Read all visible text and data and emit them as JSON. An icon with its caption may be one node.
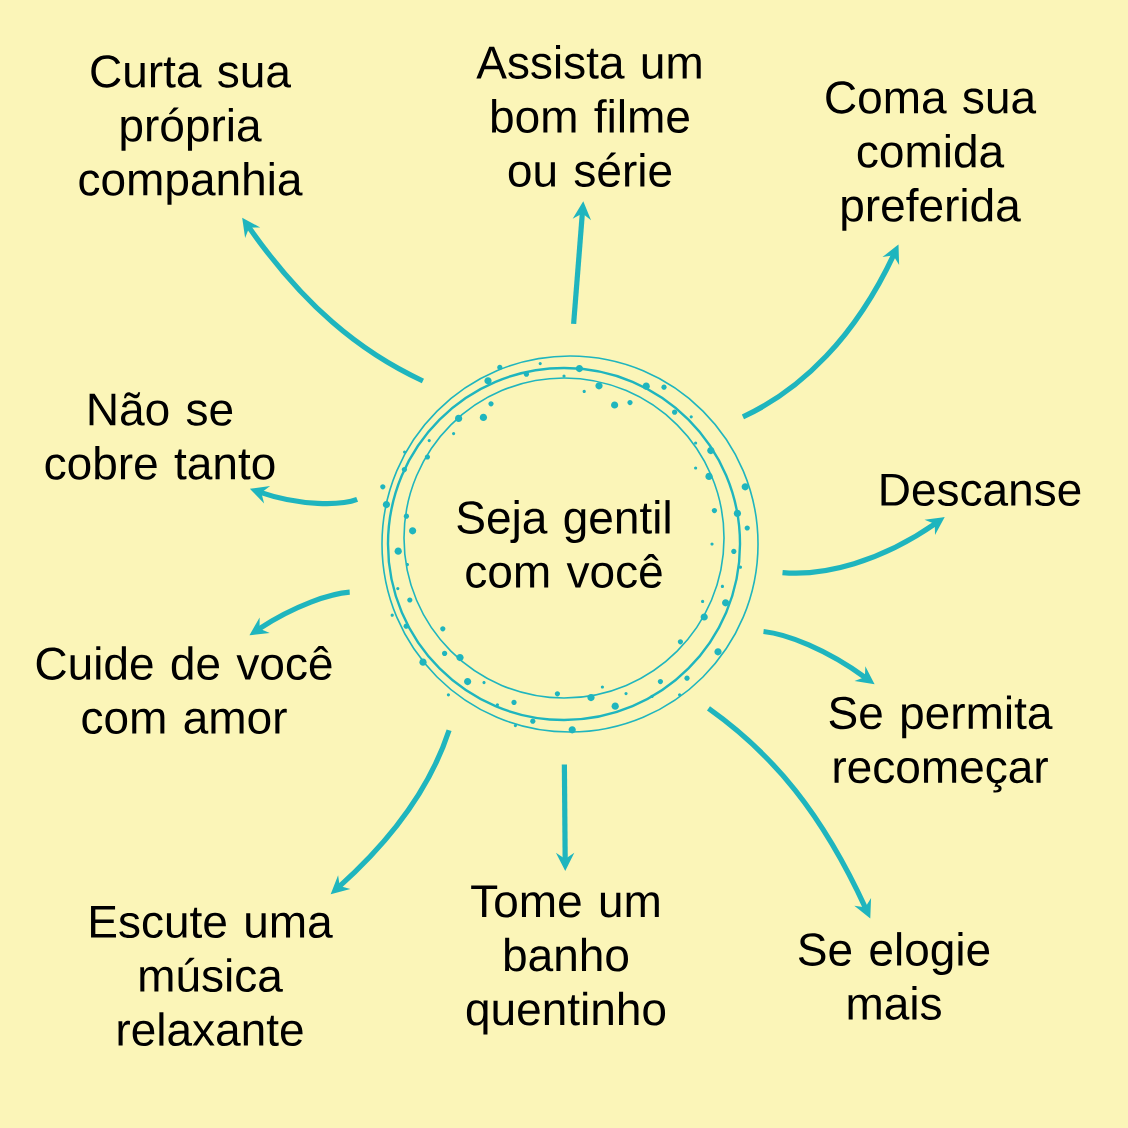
{
  "diagram": {
    "nodes": [
      {
        "text": [
          "Seja gentil com você"
        ]
      },
      {
        "text": [
          "Curta sua própria companhia"
        ]
      },
      {
        "text": [
          "Assista um bom filme ou série"
        ]
      },
      {
        "text": [
          "Coma sua comida preferida"
        ]
      },
      {
        "text": [
          "Não se cobre tanto"
        ]
      },
      {
        "text": [
          "Descanse"
        ]
      },
      {
        "text": [
          "Cuide de você com amor"
        ]
      },
      {
        "text": [
          "Se permita recomeçar"
        ]
      },
      {
        "text": [
          "Escute uma música relaxante"
        ]
      },
      {
        "text": [
          "Tome um banho quentinho"
        ]
      },
      {
        "text": [
          "Se elogie mais"
        ]
      }
    ],
    "edges": [
      {
        "from": 0,
        "to": 1,
        "arrow": "to"
      },
      {
        "from": 0,
        "to": 2,
        "arrow": "to"
      },
      {
        "from": 0,
        "to": 3,
        "arrow": "to"
      },
      {
        "from": 0,
        "to": 4,
        "arrow": "to"
      },
      {
        "from": 0,
        "to": 5,
        "arrow": "to"
      },
      {
        "from": 0,
        "to": 6,
        "arrow": "to"
      },
      {
        "from": 0,
        "to": 7,
        "arrow": "to"
      },
      {
        "from": 0,
        "to": 8,
        "arrow": "to"
      },
      {
        "from": 0,
        "to": 9,
        "arrow": "to"
      },
      {
        "from": 0,
        "to": 10,
        "arrow": "to"
      }
    ]
  }
}
